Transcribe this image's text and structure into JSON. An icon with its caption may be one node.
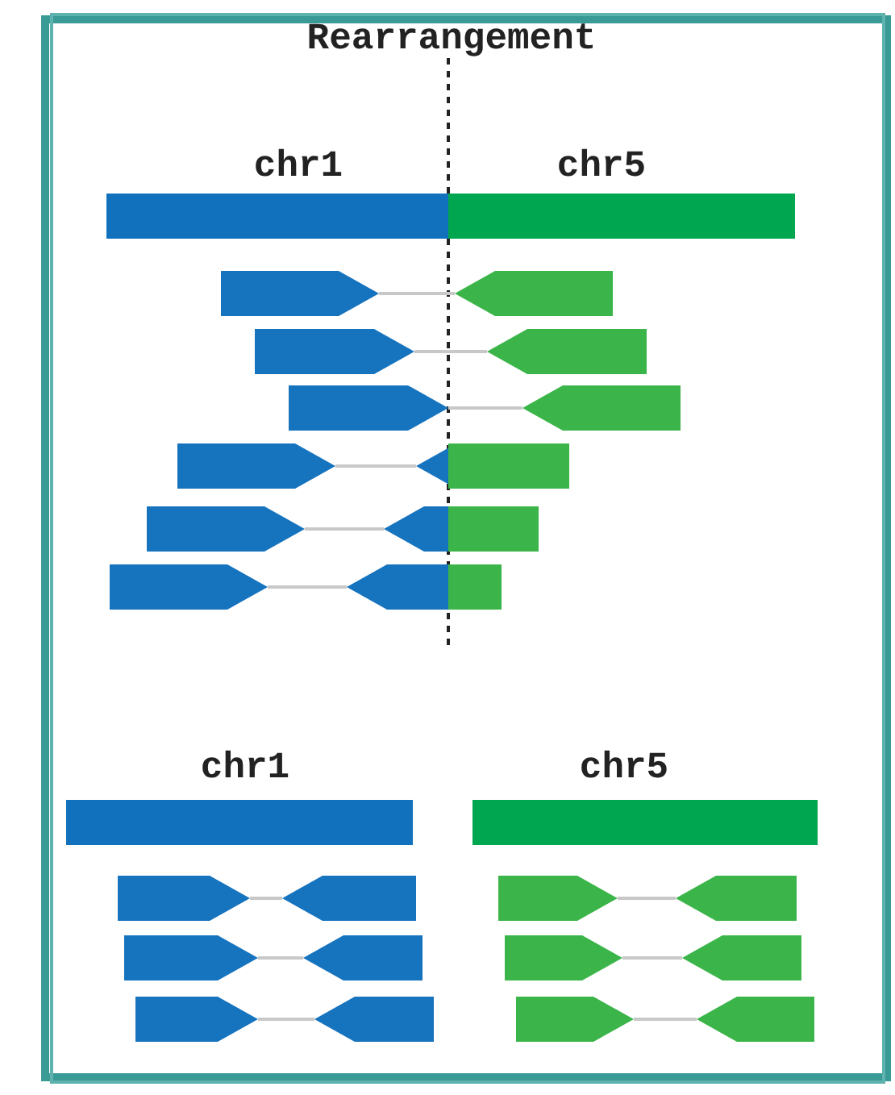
{
  "diagram": {
    "title": "Rearrangement",
    "nodes": [
      {
        "text": [],
        "shape": "bar"
      },
      {
        "text": [],
        "shape": "bar"
      },
      {
        "text": [],
        "shape": "bar"
      }
    ],
    "labels": [
      "chr1",
      "chr5",
      "chr1",
      "chr5"
    ]
  }
}
